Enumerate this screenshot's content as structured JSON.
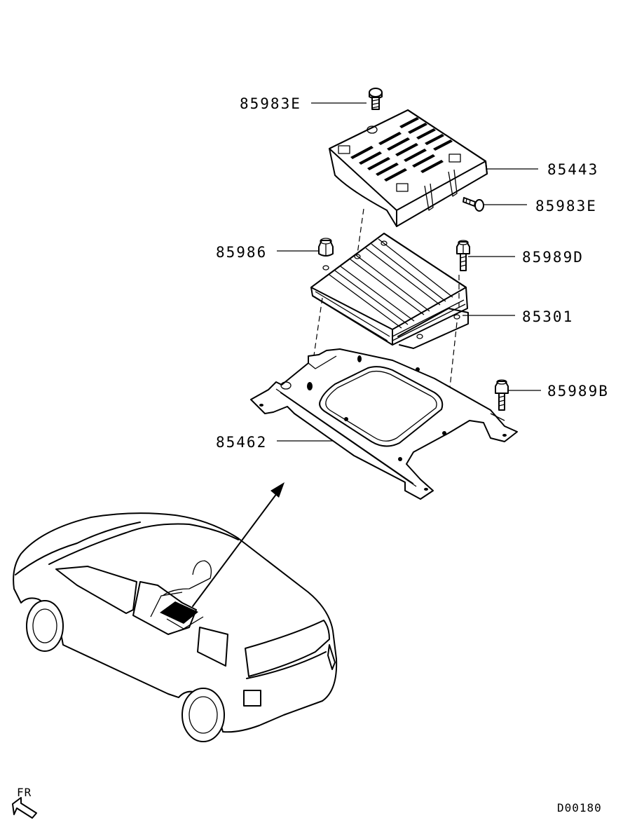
{
  "parts": {
    "screw_top": "85983E",
    "cover": "85443",
    "screw_side": "85983E",
    "nut": "85986",
    "bolt_d": "85989D",
    "amplifier": "85301",
    "bolt_b": "85989B",
    "bracket": "85462"
  },
  "direction_label": "FR",
  "diagram_code": "D00180"
}
